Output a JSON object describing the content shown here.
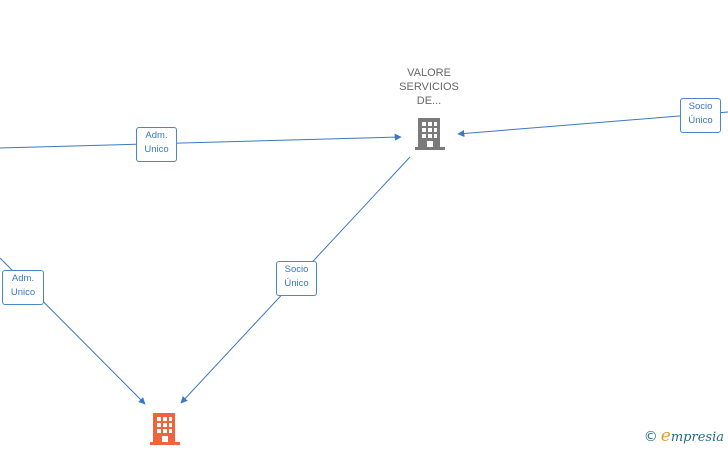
{
  "nodes": {
    "valore": {
      "label_lines": [
        "VALORE",
        "SERVICIOS",
        "DE..."
      ],
      "icon": "building-icon",
      "color": "#7a7a7a"
    },
    "target": {
      "icon": "building-icon",
      "color": "#f0643c"
    }
  },
  "edges": {
    "left_to_valore": {
      "label_lines": [
        "Adm.",
        "Unico"
      ]
    },
    "right_to_valore": {
      "label_lines": [
        "Socio",
        "Único"
      ]
    },
    "left_to_target": {
      "label_lines": [
        "Adm.",
        "Unico"
      ]
    },
    "valore_to_target": {
      "label_lines": [
        "Socio",
        "Único"
      ]
    }
  },
  "edge_color": "#3a78c2",
  "brand": {
    "copyright": "©",
    "initial": "e",
    "name": "mpresia"
  }
}
